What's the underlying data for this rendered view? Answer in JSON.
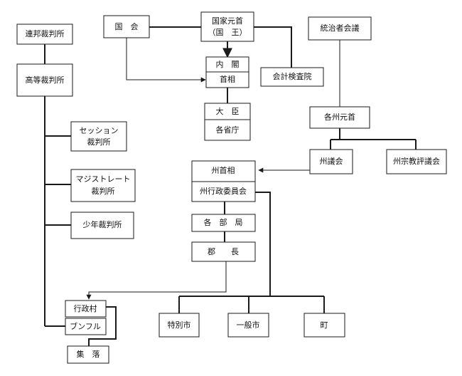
{
  "nodes": {
    "kokkai": "国　会",
    "kokka_genshu_1": "国家元首",
    "kokka_genshu_2": "（国　王）",
    "tochisha_kaigi": "統治者会議",
    "renpo_saibansho": "連邦裁判所",
    "naikaku": "内　閣",
    "shusho": "首相",
    "kaikei_kensain": "会計検査院",
    "koto_saibansho": "高等裁判所",
    "daijin": "大　臣",
    "kakushocho": "各省庁",
    "kakushu_genshu": "各州元首",
    "session_1": "セッション",
    "session_2": "裁判所",
    "shugikai": "州議会",
    "shu_shukyo": "州宗教評議会",
    "shu_shusho": "州首相",
    "shu_gyosei": "州行政委員会",
    "magistrate_1": "マジストレート",
    "magistrate_2": "裁判所",
    "kakubukyoku": "各　部　局",
    "shonen_saibansho": "少年裁判所",
    "guncho": "郡　　長",
    "gyoseison": "行政村",
    "bunfuru": "ブンフル",
    "tokubetsushi": "特別市",
    "ippanshi": "一般市",
    "machi": "町",
    "shuraku": "集　落"
  }
}
